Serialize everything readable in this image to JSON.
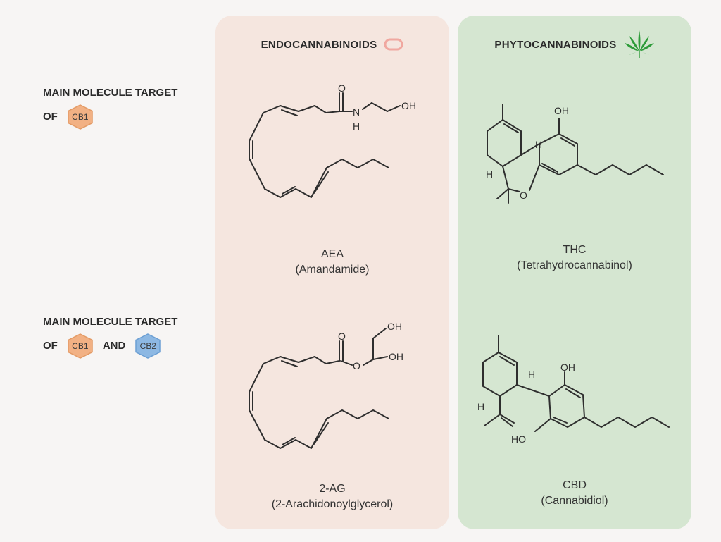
{
  "columns": {
    "endo": {
      "title": "ENDOCANNABINOIDS",
      "color": "#f5e6df",
      "icon": "capsule-icon"
    },
    "phyto": {
      "title": "PHYTOCANNABINOIDS",
      "color": "#d5e6d1",
      "icon": "cannabis-leaf-icon"
    }
  },
  "rows": [
    {
      "label_line1": "MAIN MOLECULE TARGET",
      "label_prefix": "OF",
      "receptors": [
        "CB1"
      ],
      "endo_molecule": {
        "name": "AEA",
        "full": "(Amandamide)"
      },
      "phyto_molecule": {
        "name": "THC",
        "full": "(Tetrahydrocannabinol)"
      }
    },
    {
      "label_line1": "MAIN MOLECULE TARGET",
      "label_prefix": "OF",
      "joiner": "AND",
      "receptors": [
        "CB1",
        "CB2"
      ],
      "endo_molecule": {
        "name": "2-AG",
        "full": "(2-Arachidonoylglycerol)"
      },
      "phyto_molecule": {
        "name": "CBD",
        "full": "(Cannabidiol)"
      }
    }
  ],
  "atoms": {
    "O": "O",
    "N": "N",
    "H": "H",
    "OH": "OH",
    "HO": "HO"
  },
  "colors": {
    "cb1": "#f2b184",
    "cb2": "#8db8e3",
    "leaf": "#2e9c3a",
    "capsule": "#f0a8a0"
  }
}
